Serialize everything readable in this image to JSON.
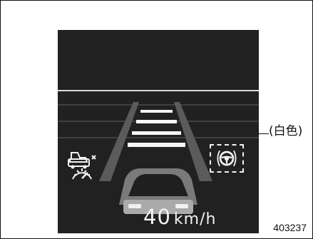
{
  "display": {
    "speed_value": "40",
    "speed_unit": "km/h",
    "left_indicator_icon": "vehicle-gauge-icon",
    "right_indicator_icon": "steering-wheel-icon"
  },
  "annotation": {
    "callout_label": "(白色)",
    "figure_id": "403237"
  }
}
